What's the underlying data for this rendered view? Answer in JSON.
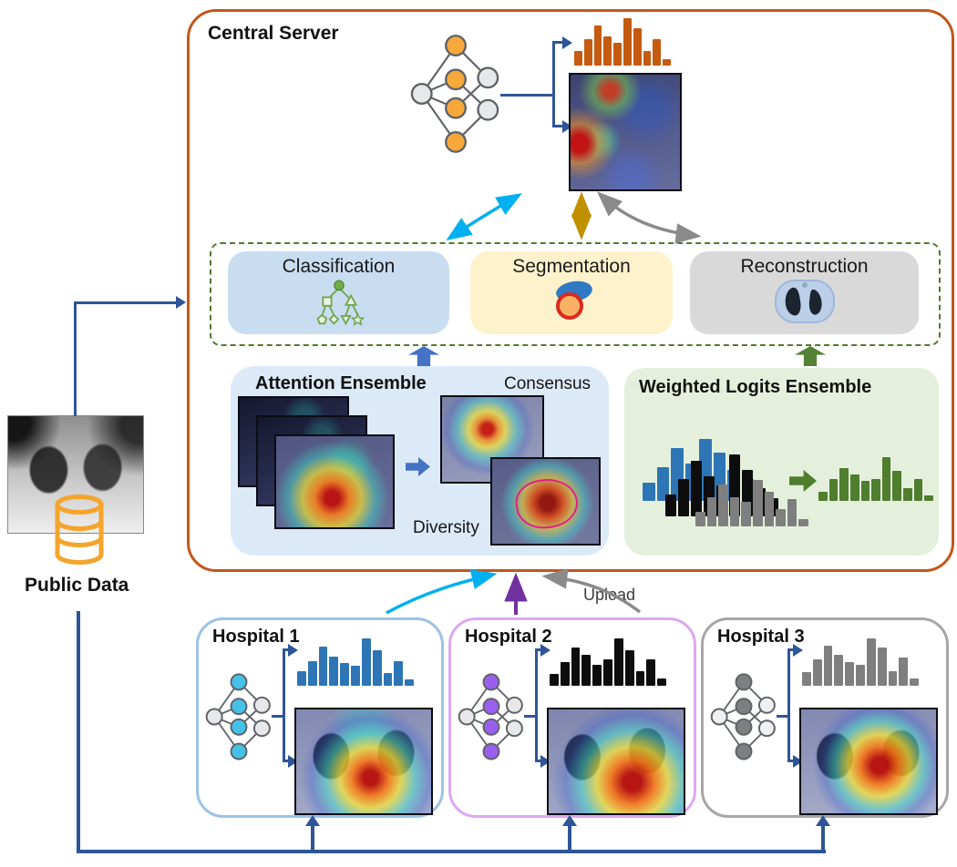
{
  "central_server": {
    "title": "Central Server",
    "tasks": [
      {
        "label": "Classification",
        "fill": "#C9DDF1",
        "icon": "decision-tree-icon"
      },
      {
        "label": "Segmentation",
        "fill": "#FDF2CC",
        "icon": "segmentation-mask-icon"
      },
      {
        "label": "Reconstruction",
        "fill": "#D9D9D9",
        "icon": "ct-scan-icon"
      }
    ],
    "attention_ensemble": {
      "title": "Attention Ensemble",
      "consensus_label": "Consensus",
      "diversity_label": "Diversity",
      "fill": "#DCE9F7"
    },
    "weighted_logits_ensemble": {
      "title": "Weighted Logits Ensemble",
      "fill": "#E5F0DC"
    }
  },
  "hospitals": [
    {
      "title": "Hospital 1",
      "border_color": "#9CC3E5",
      "node_color": "#45C1E8",
      "histogram_color": "#2E75B6"
    },
    {
      "title": "Hospital 2",
      "border_color": "#DCA8F2",
      "node_color": "#9B5FEF",
      "histogram_color": "#0d0d0d"
    },
    {
      "title": "Hospital 3",
      "border_color": "#A6A6A6",
      "node_color": "#7F7F7F",
      "histogram_color": "#7F7F7F"
    }
  ],
  "public_data": {
    "label": "Public Data"
  },
  "upload_label": "Upload",
  "histograms": {
    "central": {
      "color": "#C55A11",
      "values": [
        0.3,
        0.55,
        0.85,
        0.62,
        0.48,
        1.0,
        0.78,
        0.3,
        0.55,
        0.14
      ]
    },
    "hospital1": {
      "color": "#2E75B6",
      "values": [
        0.3,
        0.52,
        0.82,
        0.62,
        0.48,
        0.42,
        1.0,
        0.75,
        0.26,
        0.52,
        0.13
      ]
    },
    "hospital2": {
      "color": "#0d0d0d",
      "values": [
        0.25,
        0.5,
        0.8,
        0.65,
        0.45,
        0.55,
        1.0,
        0.75,
        0.3,
        0.55,
        0.15
      ]
    },
    "hospital3": {
      "color": "#7F7F7F",
      "values": [
        0.28,
        0.55,
        0.85,
        0.65,
        0.5,
        0.45,
        1.0,
        0.8,
        0.3,
        0.6,
        0.15
      ]
    },
    "wle_blue": {
      "color": "#2E75B6",
      "values": [
        0.3,
        0.55,
        0.85,
        0.6,
        1.0,
        0.78,
        0.5,
        0.35
      ]
    },
    "wle_black": {
      "color": "#0d0d0d",
      "values": [
        0.35,
        0.6,
        0.9,
        0.65,
        0.5,
        1.0,
        0.75,
        0.45,
        0.3
      ]
    },
    "wle_gray": {
      "color": "#7F7F7F",
      "values": [
        0.3,
        0.6,
        0.85,
        0.6,
        0.5,
        0.95,
        0.7,
        0.35,
        0.55,
        0.15
      ]
    },
    "wle_green": {
      "color": "#4E7E2E",
      "values": [
        0.2,
        0.5,
        0.75,
        0.6,
        0.45,
        0.5,
        1.0,
        0.68,
        0.3,
        0.5,
        0.12
      ]
    }
  },
  "colors": {
    "server_border": "#C2571B",
    "dashed_border": "#4E7A2D",
    "dark_blue_line": "#2E5597",
    "cyan_arrow": "#00B0F0",
    "gold_arrow": "#BF9000",
    "gray_arrow": "#8A8A8A",
    "purple_arrow": "#7030A0",
    "block_blue": "#4472C4",
    "block_green": "#538135"
  }
}
